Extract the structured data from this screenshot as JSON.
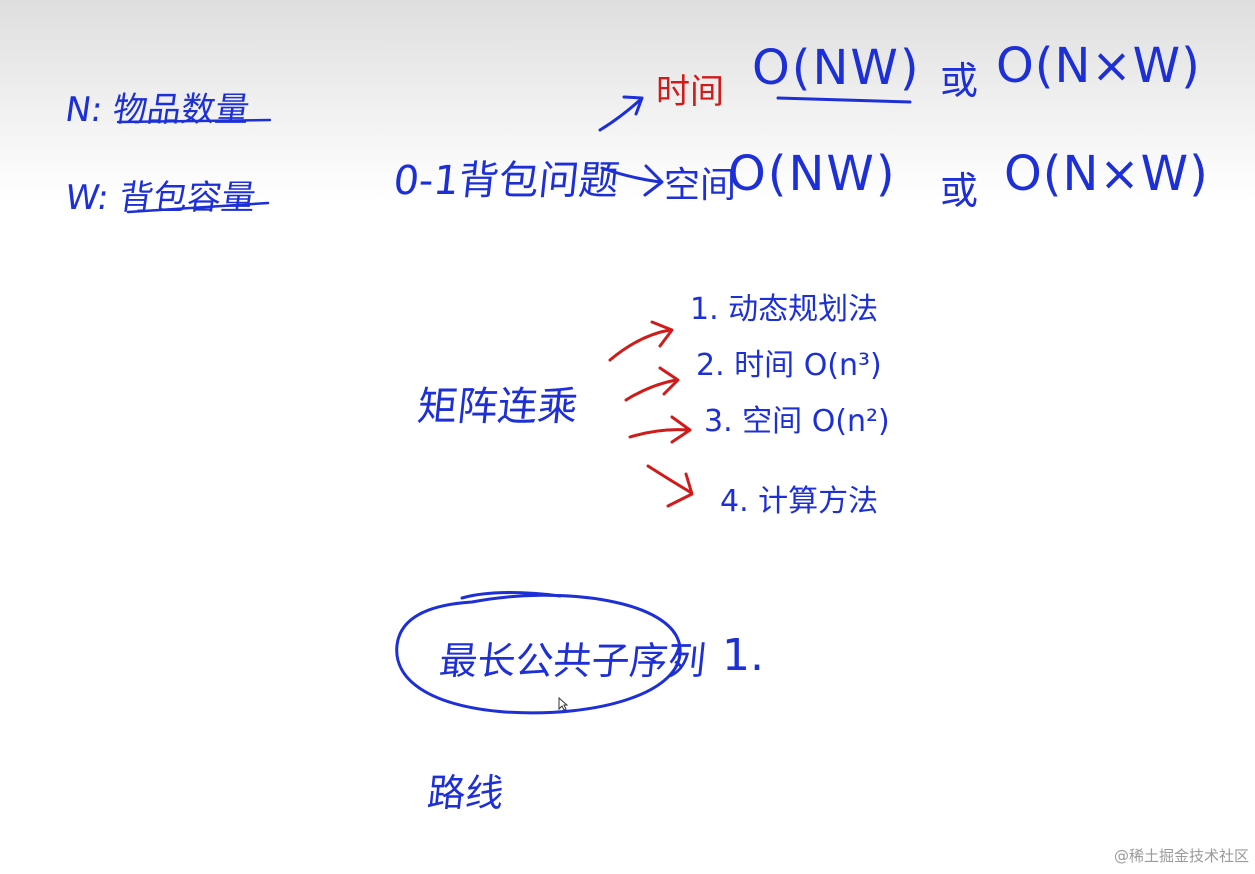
{
  "notes": {
    "def_n": "N: 物品数量",
    "def_w": "W: 背包容量",
    "knapsack": {
      "topic": "0-1背包问题",
      "time_label": "时间",
      "time_value": "O(NW)",
      "time_or": "或",
      "time_alt": "O(N×W)",
      "space_label": "空间",
      "space_value": "O(NW)",
      "space_or": "或",
      "space_alt": "O(N×W)"
    },
    "matrix": {
      "topic": "矩阵连乘",
      "items": [
        "1. 动态规划法",
        "2. 时间 O(n³)",
        "3. 空间 O(n²)",
        "4. 计算方法"
      ]
    },
    "lcs": {
      "topic": "最长公共子序列",
      "item": "1."
    },
    "path": "路线"
  },
  "colors": {
    "ink_blue": "#1d2fd6",
    "ink_red": "#d11a1a"
  },
  "watermark": "@稀土掘金技术社区"
}
